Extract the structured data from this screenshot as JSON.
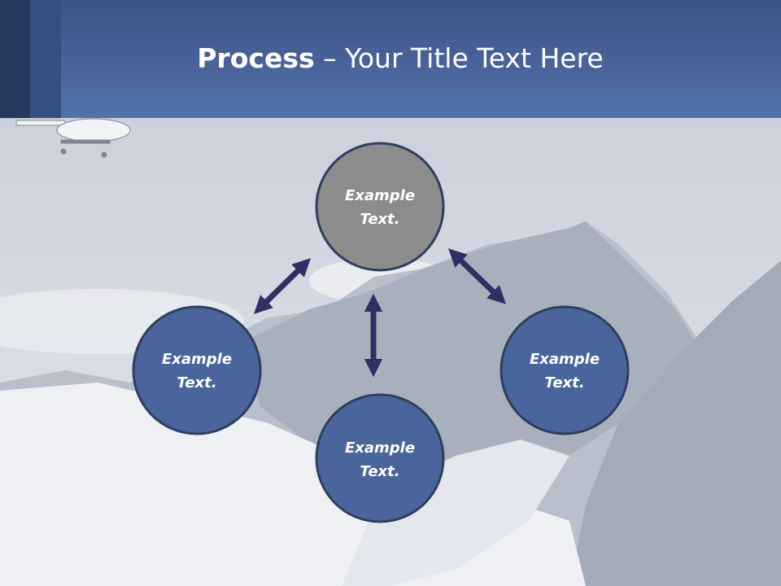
{
  "slide": {
    "title_bold": "Process",
    "title_rest": " – Your Title Text Here"
  },
  "diagram": {
    "nodes": [
      {
        "id": "top",
        "line1": "Example",
        "line2": "Text.",
        "fill": "#8c8c8c"
      },
      {
        "id": "left",
        "line1": "Example",
        "line2": "Text.",
        "fill": "#4a659c"
      },
      {
        "id": "right",
        "line1": "Example",
        "line2": "Text.",
        "fill": "#4a659c"
      },
      {
        "id": "bottom",
        "line1": "Example",
        "line2": "Text.",
        "fill": "#4a659c"
      }
    ]
  },
  "colors": {
    "header": "#4a659c",
    "node_blue": "#4a659c",
    "node_gray": "#8c8c8c",
    "node_stroke": "#2f3e5e",
    "arrow": "#2e2f63"
  }
}
